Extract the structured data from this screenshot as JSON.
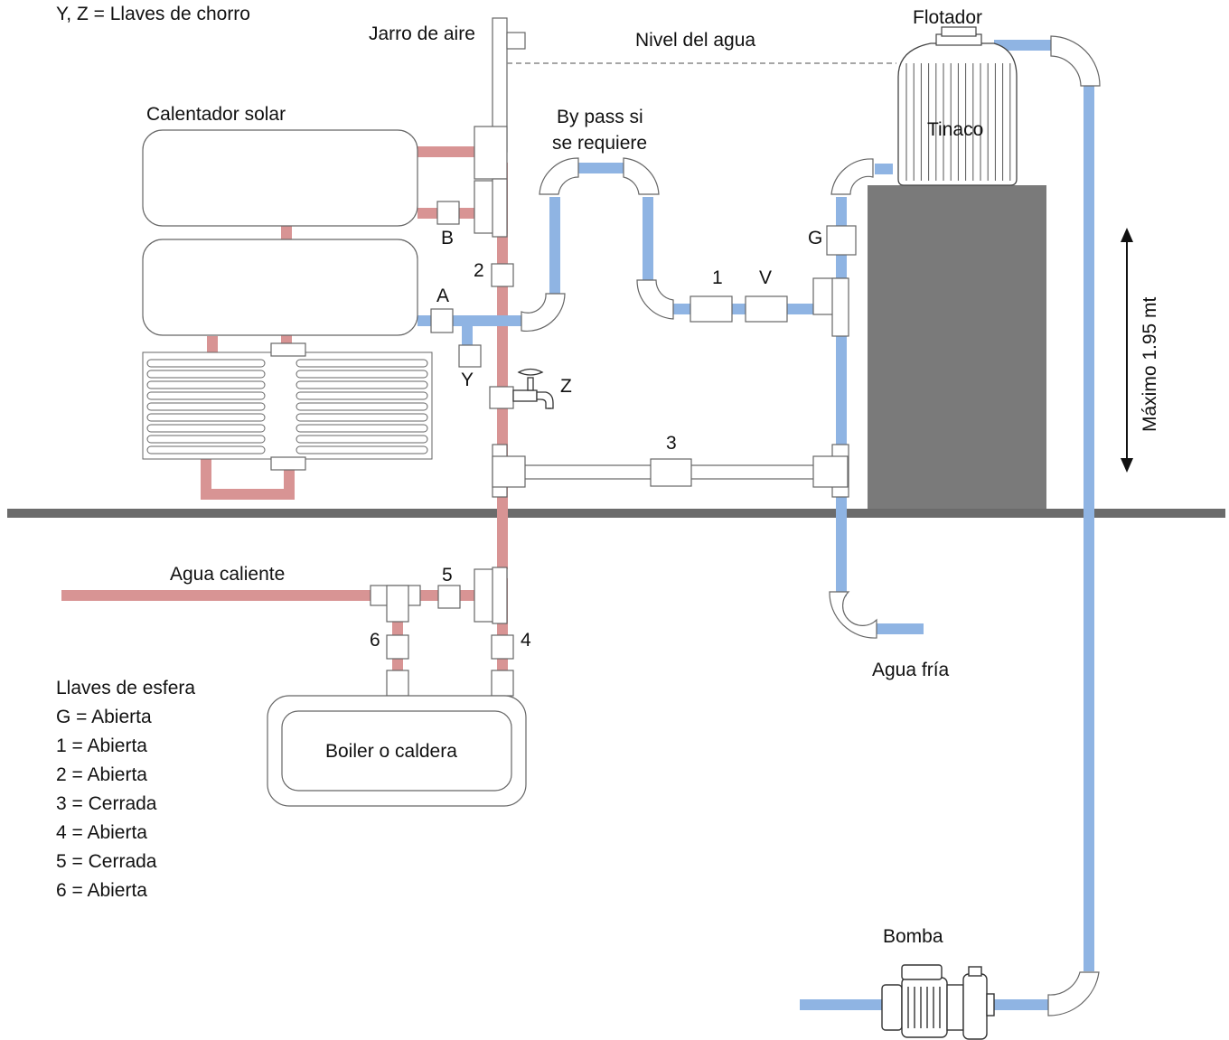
{
  "colors": {
    "hot_pipe": "#d89494",
    "cold_pipe": "#8fb4e3",
    "floor": "#6b6b6b",
    "support": "#7a7a7a",
    "outline": "#666666"
  },
  "labels": {
    "legend_chorro": "Y, Z = Llaves de chorro",
    "jarro": "Jarro de aire",
    "nivel": "Nivel del agua",
    "flotador": "Flotador",
    "calentador": "Calentador solar",
    "bypass_1": "By pass si",
    "bypass_2": "se requiere",
    "tinaco": "Tinaco",
    "agua_caliente": "Agua caliente",
    "agua_fria": "Agua fría",
    "boiler": "Boiler o caldera",
    "bomba": "Bomba",
    "maximo": "Máximo 1.95 mt"
  },
  "valves": {
    "A": "A",
    "B": "B",
    "G": "G",
    "V": "V",
    "Y": "Y",
    "Z": "Z",
    "v1": "1",
    "v2": "2",
    "v3": "3",
    "v4": "4",
    "v5": "5",
    "v6": "6"
  },
  "legend": {
    "title": "Llaves de esfera",
    "items": [
      "G = Abierta",
      "1 = Abierta",
      "2 = Abierta",
      "3 = Cerrada",
      "4 = Abierta",
      "5 = Cerrada",
      "6 = Abierta"
    ]
  }
}
